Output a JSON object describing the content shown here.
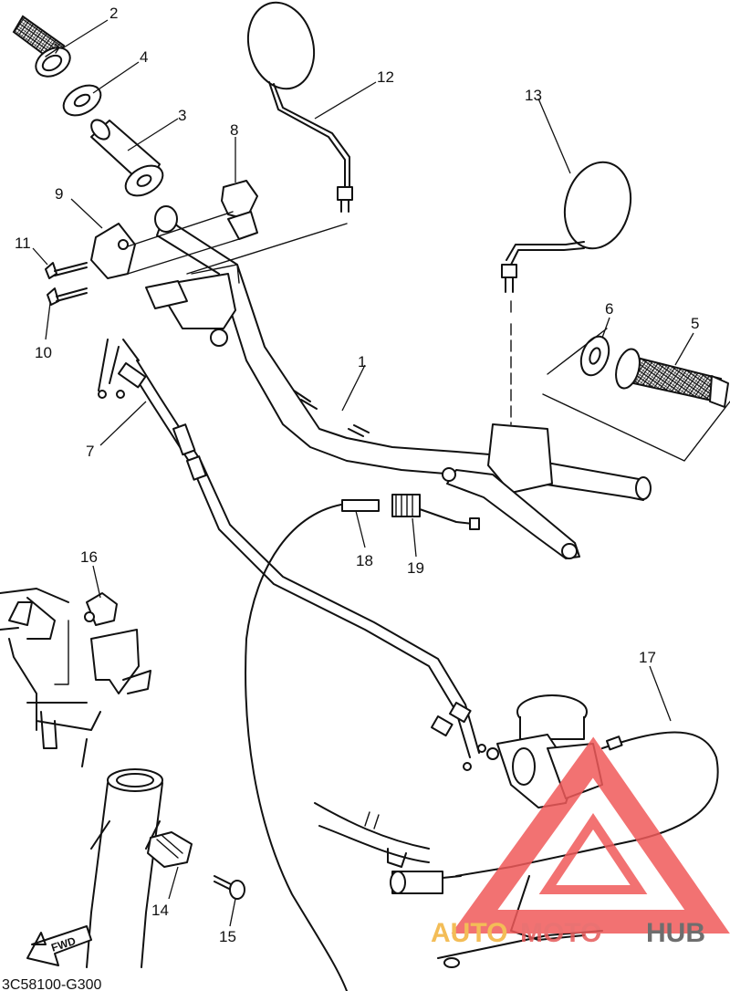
{
  "callouts": {
    "c1": "1",
    "c2": "2",
    "c3": "3",
    "c4": "4",
    "c5": "5",
    "c6": "6",
    "c7": "7",
    "c8": "8",
    "c9": "9",
    "c10": "10",
    "c11": "11",
    "c12": "12",
    "c13": "13",
    "c14": "14",
    "c15": "15",
    "c16": "16",
    "c17": "17",
    "c18": "18",
    "c19": "19"
  },
  "direction_arrow": {
    "label": "FWD"
  },
  "diagram_code": "3C58100-G300",
  "watermark": {
    "part1": "AUTO",
    "part2": "MOTO",
    "part3": "HUB",
    "color_triangle": "#f05a5a"
  }
}
